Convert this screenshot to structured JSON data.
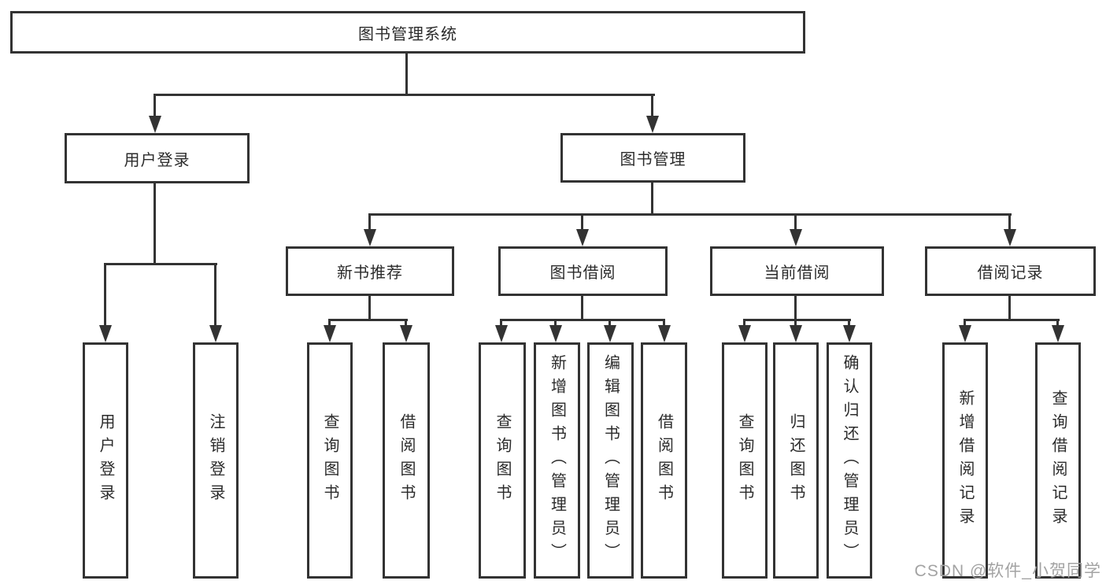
{
  "diagram": {
    "title": "图书管理系统",
    "type": "tree",
    "nodes": [
      {
        "id": "root",
        "label": "图书管理系统",
        "level": 1,
        "parent": null
      },
      {
        "id": "user-login",
        "label": "用户登录",
        "level": 2,
        "parent": "root"
      },
      {
        "id": "book-mgmt",
        "label": "图书管理",
        "level": 2,
        "parent": "root"
      },
      {
        "id": "new-book-rec",
        "label": "新书推荐",
        "level": 3,
        "parent": "book-mgmt"
      },
      {
        "id": "book-borrow",
        "label": "图书借阅",
        "level": 3,
        "parent": "book-mgmt"
      },
      {
        "id": "current-borrow",
        "label": "当前借阅",
        "level": 3,
        "parent": "book-mgmt"
      },
      {
        "id": "borrow-records",
        "label": "借阅记录",
        "level": 3,
        "parent": "book-mgmt"
      },
      {
        "id": "user-login-leaf",
        "label": "用户登录",
        "level": 4,
        "parent": "user-login"
      },
      {
        "id": "logout-leaf",
        "label": "注销登录",
        "level": 4,
        "parent": "user-login"
      },
      {
        "id": "query-books-1",
        "label": "查询图书",
        "level": 4,
        "parent": "new-book-rec"
      },
      {
        "id": "borrow-books-1",
        "label": "借阅图书",
        "level": 4,
        "parent": "new-book-rec"
      },
      {
        "id": "query-books-2",
        "label": "查询图书",
        "level": 4,
        "parent": "book-borrow"
      },
      {
        "id": "add-books",
        "label": "新增图书（管理员）",
        "level": 4,
        "parent": "book-borrow"
      },
      {
        "id": "edit-books",
        "label": "编辑图书（管理员）",
        "level": 4,
        "parent": "book-borrow"
      },
      {
        "id": "borrow-books-2",
        "label": "借阅图书",
        "level": 4,
        "parent": "book-borrow"
      },
      {
        "id": "query-books-3",
        "label": "查询图书",
        "level": 4,
        "parent": "current-borrow"
      },
      {
        "id": "return-books",
        "label": "归还图书",
        "level": 4,
        "parent": "current-borrow"
      },
      {
        "id": "confirm-return",
        "label": "确认归还（管理员）",
        "level": 4,
        "parent": "current-borrow"
      },
      {
        "id": "add-borrow-record",
        "label": "新增借阅记录",
        "level": 4,
        "parent": "borrow-records"
      },
      {
        "id": "query-borrow-record",
        "label": "查询借阅记录",
        "level": 4,
        "parent": "borrow-records"
      }
    ]
  },
  "watermark": {
    "text": "CSDN @软件_小贺同学"
  },
  "colors": {
    "background": "#ffffff",
    "line": "#333333",
    "box_fill": "#ffffff",
    "text": "#2b2b2b",
    "watermark": "#a3a3a3"
  }
}
